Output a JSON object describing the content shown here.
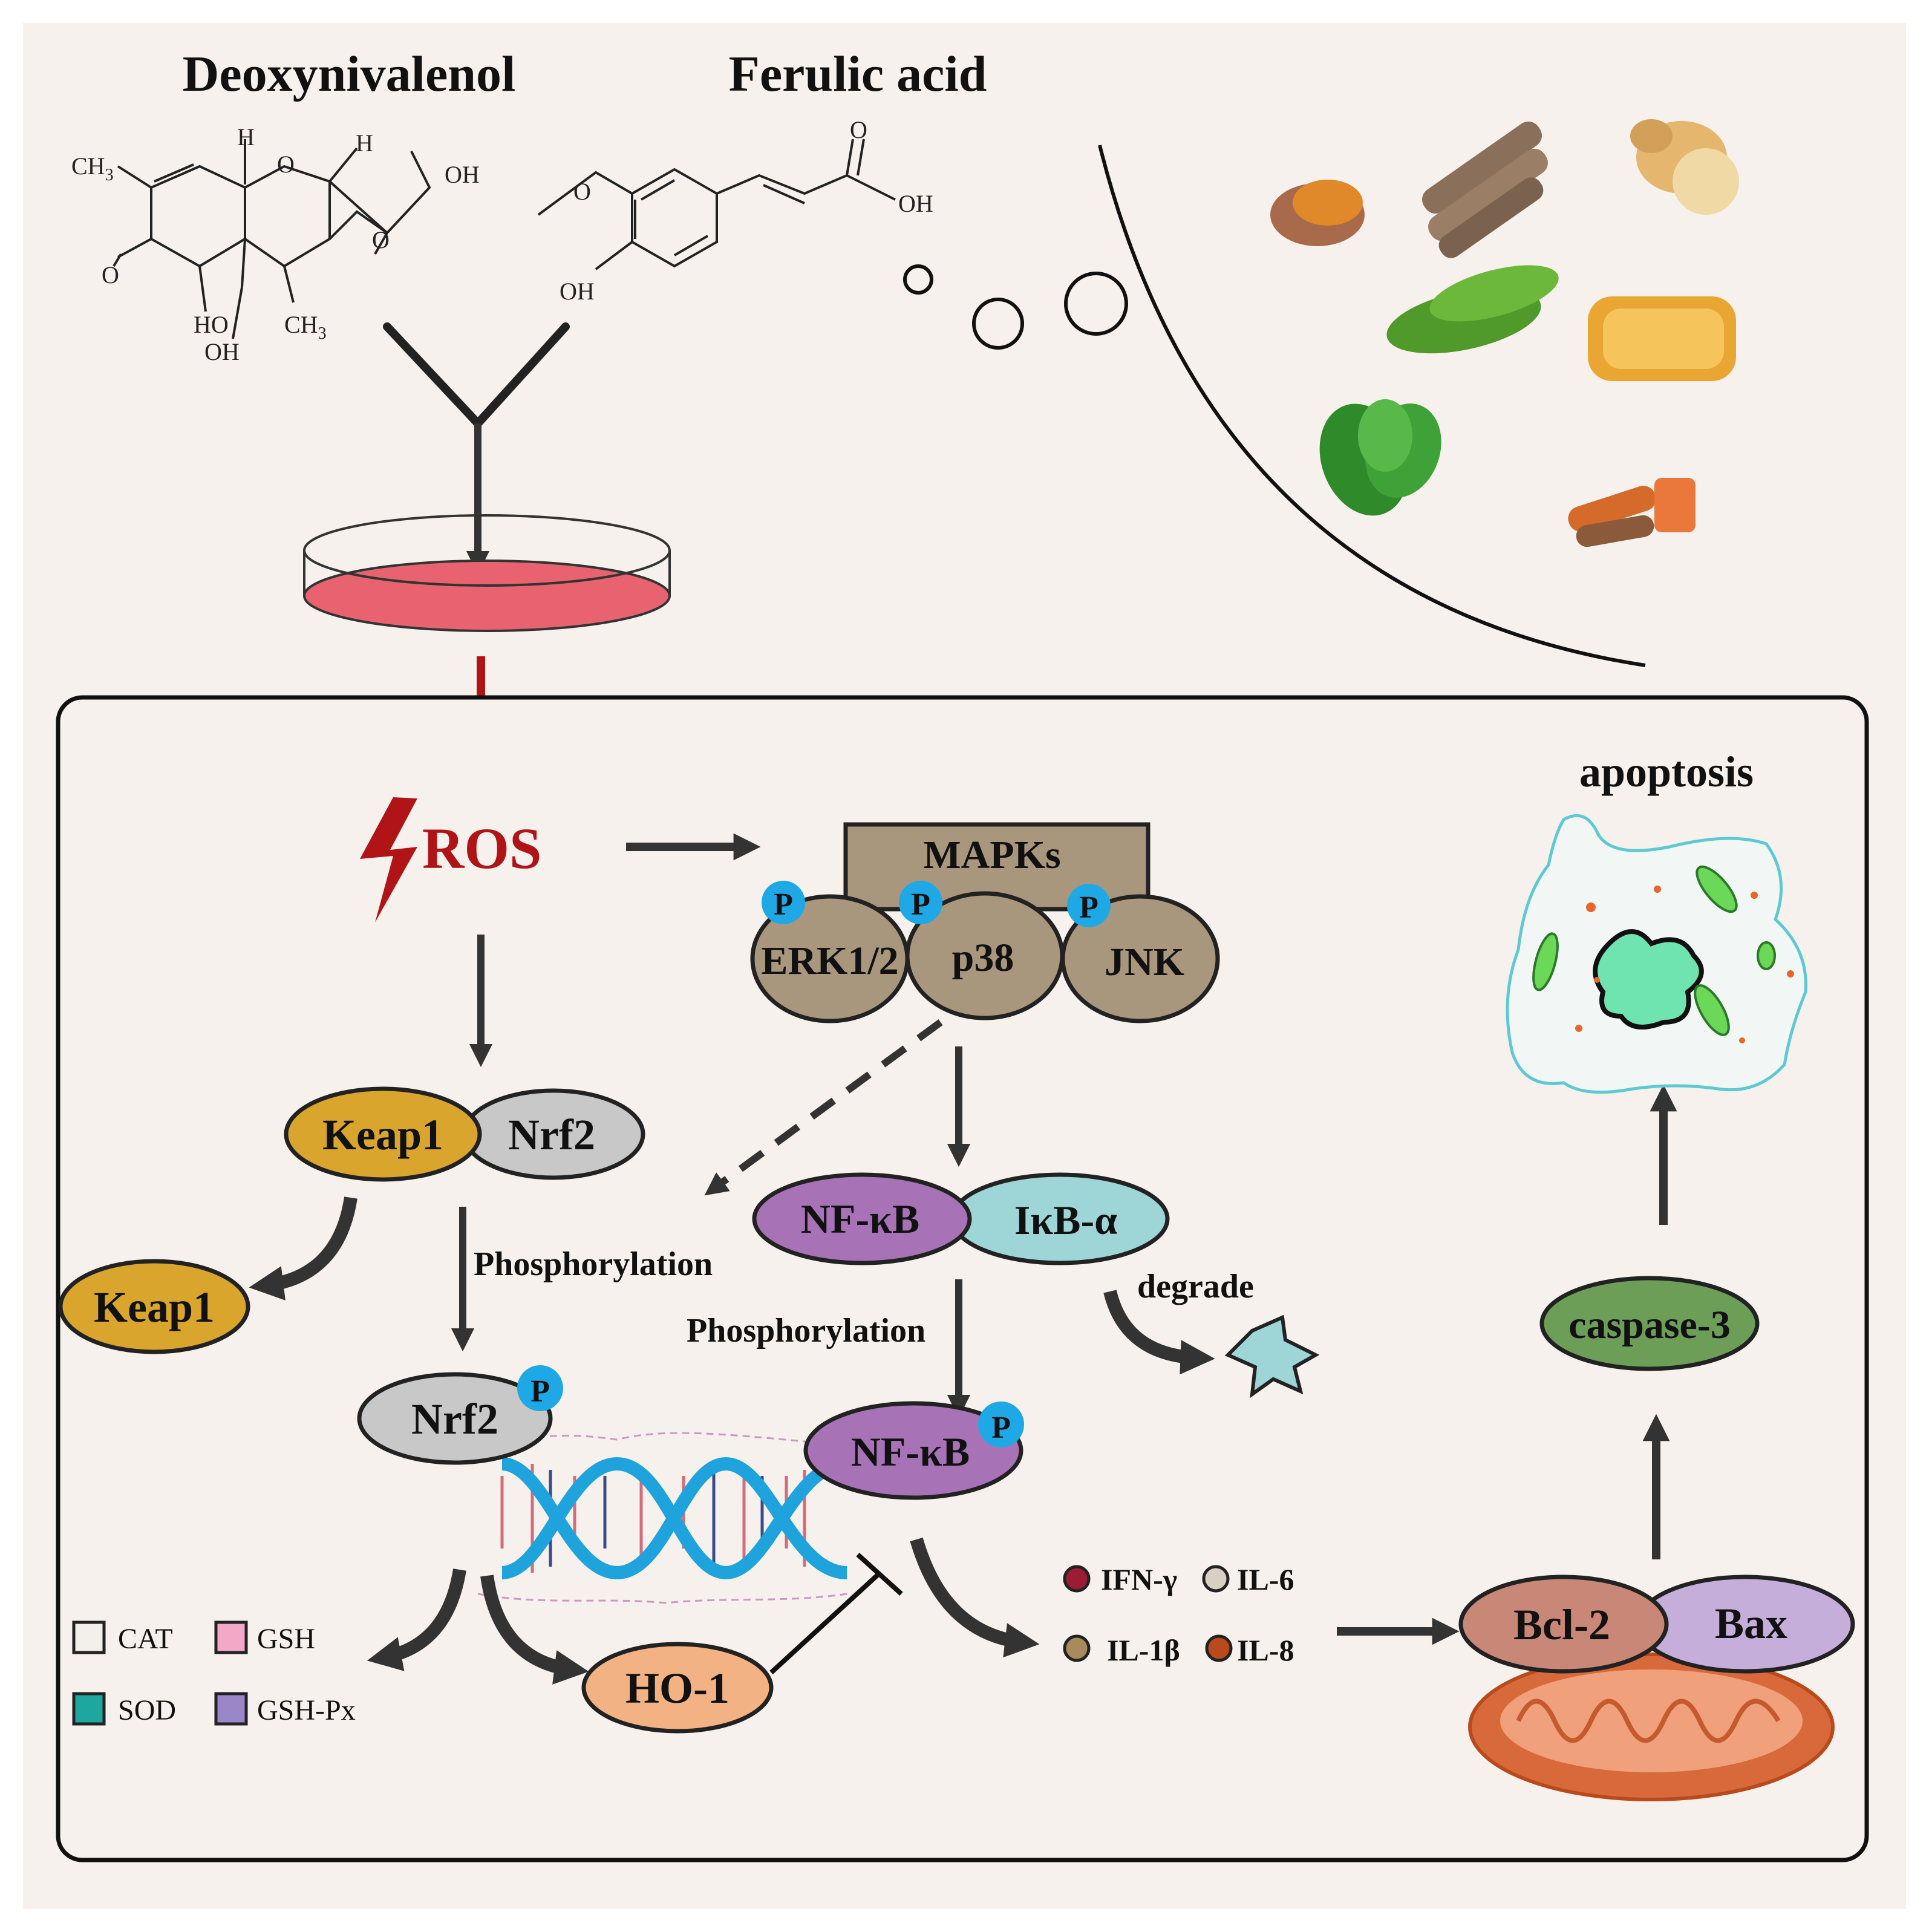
{
  "titles": {
    "don": "Deoxynivalenol",
    "fa": "Ferulic acid"
  },
  "don_structure": {
    "ch3_top": "CH",
    "ch3_top_sub": "3",
    "h1": "H",
    "o_ring": "O",
    "h2": "H",
    "oh_top": "OH",
    "o_keto": "O",
    "o_epox": "O",
    "ho": "HO",
    "oh_bottom": "OH",
    "ch3_bottom": "CH",
    "ch3_bottom_sub": "3"
  },
  "fa_structure": {
    "o_methoxy": "O",
    "o_carbonyl": "O",
    "oh_acid": "OH",
    "oh_phenol": "OH"
  },
  "ros": "ROS",
  "mapk": {
    "title": "MAPKs",
    "erk": "ERK1/2",
    "p38": "p38",
    "jnk": "JNK",
    "p": "P"
  },
  "nrf2_pathway": {
    "keap1": "Keap1",
    "nrf2": "Nrf2",
    "keap1_released": "Keap1",
    "phosphorylation": "Phosphorylation",
    "nrf2_p": "Nrf2",
    "p": "P",
    "ho1": "HO-1"
  },
  "nfkb_pathway": {
    "nfkb": "NF-κB",
    "ikba": "IκB-α",
    "degrade": "degrade",
    "phosphorylation": "Phosphorylation",
    "nfkb_p": "NF-κB",
    "p": "P"
  },
  "legend": [
    {
      "label": "CAT",
      "color": "#f3efe9"
    },
    {
      "label": "GSH",
      "color": "#f2a8c6"
    },
    {
      "label": "SOD",
      "color": "#1ea6a0"
    },
    {
      "label": "GSH-Px",
      "color": "#9a86c8"
    }
  ],
  "cytokines": [
    {
      "label": "IFN-γ",
      "color": "#9c1c36"
    },
    {
      "label": "IL-6",
      "color": "#d9cfc2"
    },
    {
      "label": "IL-1β",
      "color": "#a88a5c"
    },
    {
      "label": "IL-8",
      "color": "#b84a1c"
    }
  ],
  "apoptosis_pathway": {
    "bcl2": "Bcl-2",
    "bax": "Bax",
    "caspase3": "caspase-3",
    "apoptosis": "apoptosis"
  },
  "colors": {
    "page_bg": "#f6f1ec",
    "ros_red": "#b01417",
    "keap1": "#d9a52c",
    "nrf2": "#c8c8c8",
    "mapk": "#a9977d",
    "nfkb": "#a873b6",
    "ikba": "#9ed5d6",
    "ho1": "#f2b283",
    "caspase3": "#6d9e58",
    "bcl2": "#c98777",
    "bax": "#c6aedb",
    "p_badge": "#1fa8e6",
    "dish_medium": "#e8636f"
  }
}
